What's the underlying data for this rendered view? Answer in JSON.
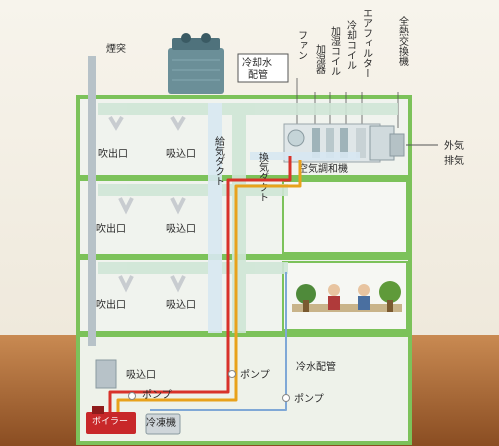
{
  "title": "空気",
  "labels": {
    "chimney": "煙突",
    "chilled_water_pipe_box": [
      "冷却水",
      "配管"
    ],
    "fan": "ファン",
    "humidifier": "加湿器",
    "humidifying_coil": "加湿コイル",
    "cooling_coil": "冷却コイル",
    "air_filter": "エアフィルター",
    "total_heat_exchanger": "全熱交換機",
    "outside_air": "外気",
    "exhaust": "排気",
    "supply_duct": "給気ダクト",
    "ventilation_duct": "換気ダクト",
    "ahu": "空気調和機",
    "outlet": "吹出口",
    "inlet": "吸込口",
    "pump": "ポンプ",
    "chilled_water_pipe": "冷水配管",
    "boiler": "ボイラー",
    "chiller": "冷凍機"
  },
  "floors": [
    {
      "outlet": "吹出口",
      "inlet": "吸込口"
    },
    {
      "outlet": "吹出口",
      "inlet": "吸込口"
    },
    {
      "outlet": "吹出口",
      "inlet": "吸込口"
    }
  ],
  "colors": {
    "badge": "#6dbb45",
    "frame": "#7cc25a",
    "hot_pipe": "#d8322a",
    "warm_pipe": "#e8a21c",
    "cold_pipe": "#7fa8d6",
    "ground": "#9a5a2c"
  }
}
